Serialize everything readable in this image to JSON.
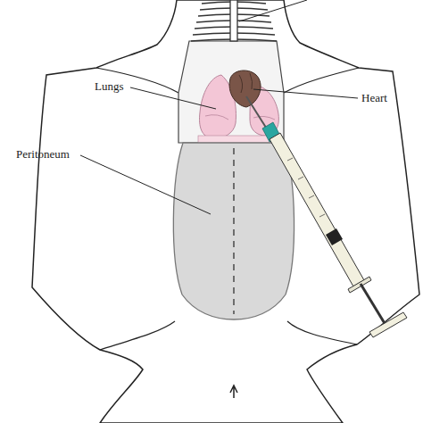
{
  "diagram": {
    "labels": [
      "Lungs",
      "Heart",
      "Peritoneum"
    ]
  }
}
